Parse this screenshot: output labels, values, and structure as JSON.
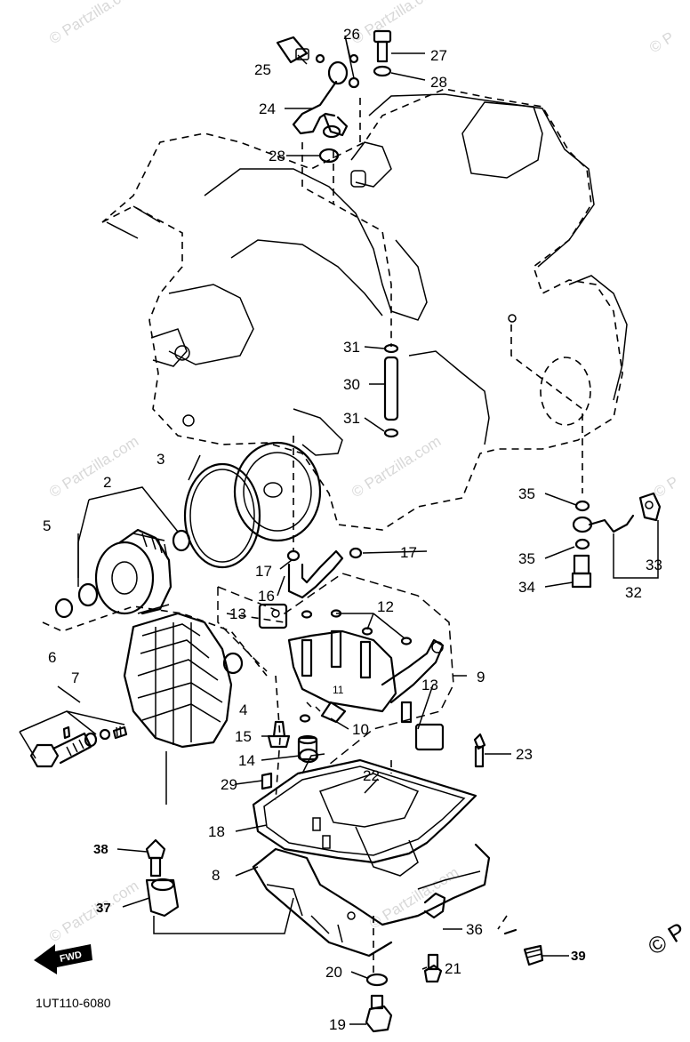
{
  "diagram_code": "1UT110-6080",
  "watermark": "© Partzilla.com",
  "watermark_edge": "© P",
  "fwd_label": "FWD",
  "callouts": {
    "c2": "2",
    "c3": "3",
    "c4": "4",
    "c5": "5",
    "c6": "6",
    "c7": "7",
    "c8": "8",
    "c9": "9",
    "c10": "10",
    "c11": "11",
    "c12": "12",
    "c13a": "13",
    "c13b": "13",
    "c14": "14",
    "c15": "15",
    "c16": "16",
    "c17a": "17",
    "c17b": "17",
    "c18": "18",
    "c19": "19",
    "c20": "20",
    "c21": "21",
    "c22": "22",
    "c23": "23",
    "c24": "24",
    "c25": "25",
    "c26": "26",
    "c27": "27",
    "c28a": "28",
    "c28b": "28",
    "c29": "29",
    "c30": "30",
    "c31a": "31",
    "c31b": "31",
    "c32": "32",
    "c33": "33",
    "c34": "34",
    "c35a": "35",
    "c35b": "35",
    "c36": "36",
    "c37": "37",
    "c38": "38",
    "c39": "39"
  }
}
